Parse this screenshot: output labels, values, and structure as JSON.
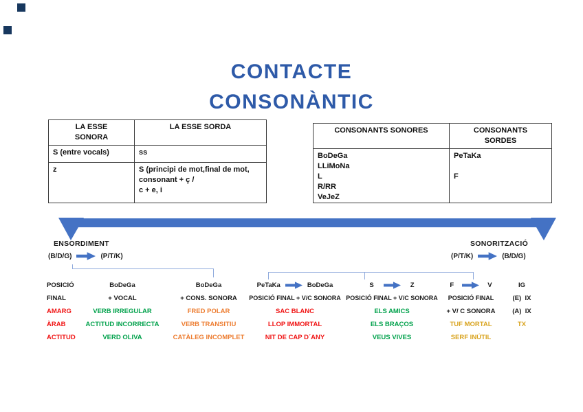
{
  "title": {
    "line1": "CONTACTE",
    "line2": "CONSONÀNTIC"
  },
  "esse_table": {
    "header_left": "LA ESSE SONORA",
    "header_right": "LA ESSE SORDA",
    "row1_left": "S (entre vocals)",
    "row1_right": "ss",
    "row2_left": "z",
    "row2_right": "S (principi de mot,final de mot,\nconsonant + ç /\nc + e, i"
  },
  "consonants_table": {
    "header_left": "CONSONANTS SONORES",
    "header_right": "CONSONANTS SORDES",
    "body_left": "BoDeGa\nLLiMoNa\nL\nR/RR\nVeJeZ",
    "body_right": "PeTaKa\n\nF"
  },
  "ensordiment": {
    "label": "ENSORDIMENT",
    "from": "(B/D/G)",
    "to": "(P/T/K)"
  },
  "sonoritzacio": {
    "label": "SONORITZACIÓ",
    "from": "(P/T/K)",
    "to": "(B/D/G)"
  },
  "grid": {
    "col_a": {
      "r1": "POSICIÓ",
      "r2": "FINAL",
      "r3": "AMARG",
      "r4": "ÀRAB",
      "r5": "ACTITUD"
    },
    "col_b": {
      "r1": "BoDeGa",
      "r2": "+ VOCAL",
      "r3": "VERB IRREGULAR",
      "r4": "ACTITUD INCORRECTA",
      "r5": "VERD OLIVA"
    },
    "col_c": {
      "r1": "BoDeGa",
      "r2": "+ CONS. SONORA",
      "r3": "FRED POLAR",
      "r4": "VERB TRANSITIU",
      "r5": "CATÀLEG INCOMPLET"
    },
    "col_d": {
      "r1_left": "PeTaKa",
      "r1_right": "BoDeGa",
      "r2": "POSICIÓ FINAL + V/C SONORA",
      "r3": "SAC BLANC",
      "r4": "LLOP IMMORTAL",
      "r5": "NIT DE CAP D´ANY"
    },
    "col_e": {
      "r1_left": "S",
      "r1_right": "Z",
      "r2": "POSICIÓ FINAL + V/C SONORA",
      "r3": "ELS AMICS",
      "r4": "ELS BRAÇOS",
      "r5": "VEUS VIVES"
    },
    "col_f": {
      "r1_left": "F",
      "r1_right": "V",
      "r2": "POSICIÓ FINAL",
      "r3": "+ V/ C SONORA",
      "r4": "TUF MORTAL",
      "r5": "SERF INÚTIL"
    },
    "col_g": {
      "r1": "IG",
      "r2": "(E)  IX",
      "r3": "(A)  IX",
      "r4": "TX"
    }
  },
  "colors": {
    "title_blue": "#2E5AA8",
    "arrow_blue": "#4472C4",
    "connector_blue": "#8FAADC",
    "red": "#F01414",
    "green": "#00A14B",
    "orange": "#ED7D31",
    "gold": "#D9A420"
  }
}
